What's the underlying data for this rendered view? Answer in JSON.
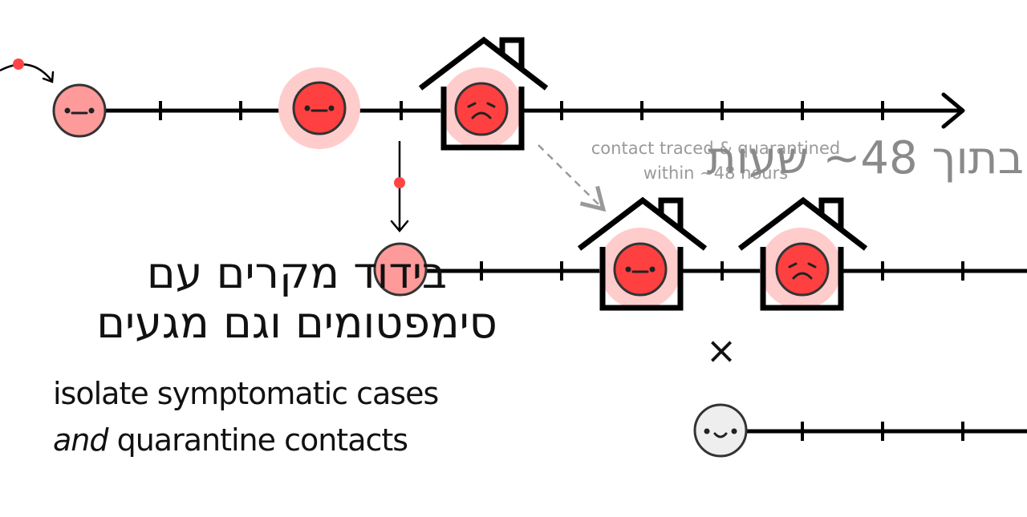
{
  "title_he": {
    "line1": "בידוד מקרים עם",
    "line2": "סימפטומים וגם מגעים"
  },
  "caption_en": {
    "line1": "isolate symptomatic cases",
    "line2_emph": "and",
    "line2_rest": " quarantine contacts"
  },
  "annotation": {
    "en": "contact traced & quarantined within ~48 hours",
    "he": "בתוך 48~ שעות"
  },
  "cross_symbol": "×",
  "colors": {
    "sick_face": "#ff4040",
    "mild_face": "#ff9a9a",
    "healthy_face": "#eeeeee",
    "glow": "#ffcccc",
    "infection_dot": "#ff4444",
    "line": "#000000",
    "annotation": "#999999"
  },
  "icons": [
    "neutral-face-icon",
    "sad-face-icon",
    "smile-face-icon",
    "house-icon",
    "arrow-icon",
    "infection-dot-icon"
  ]
}
